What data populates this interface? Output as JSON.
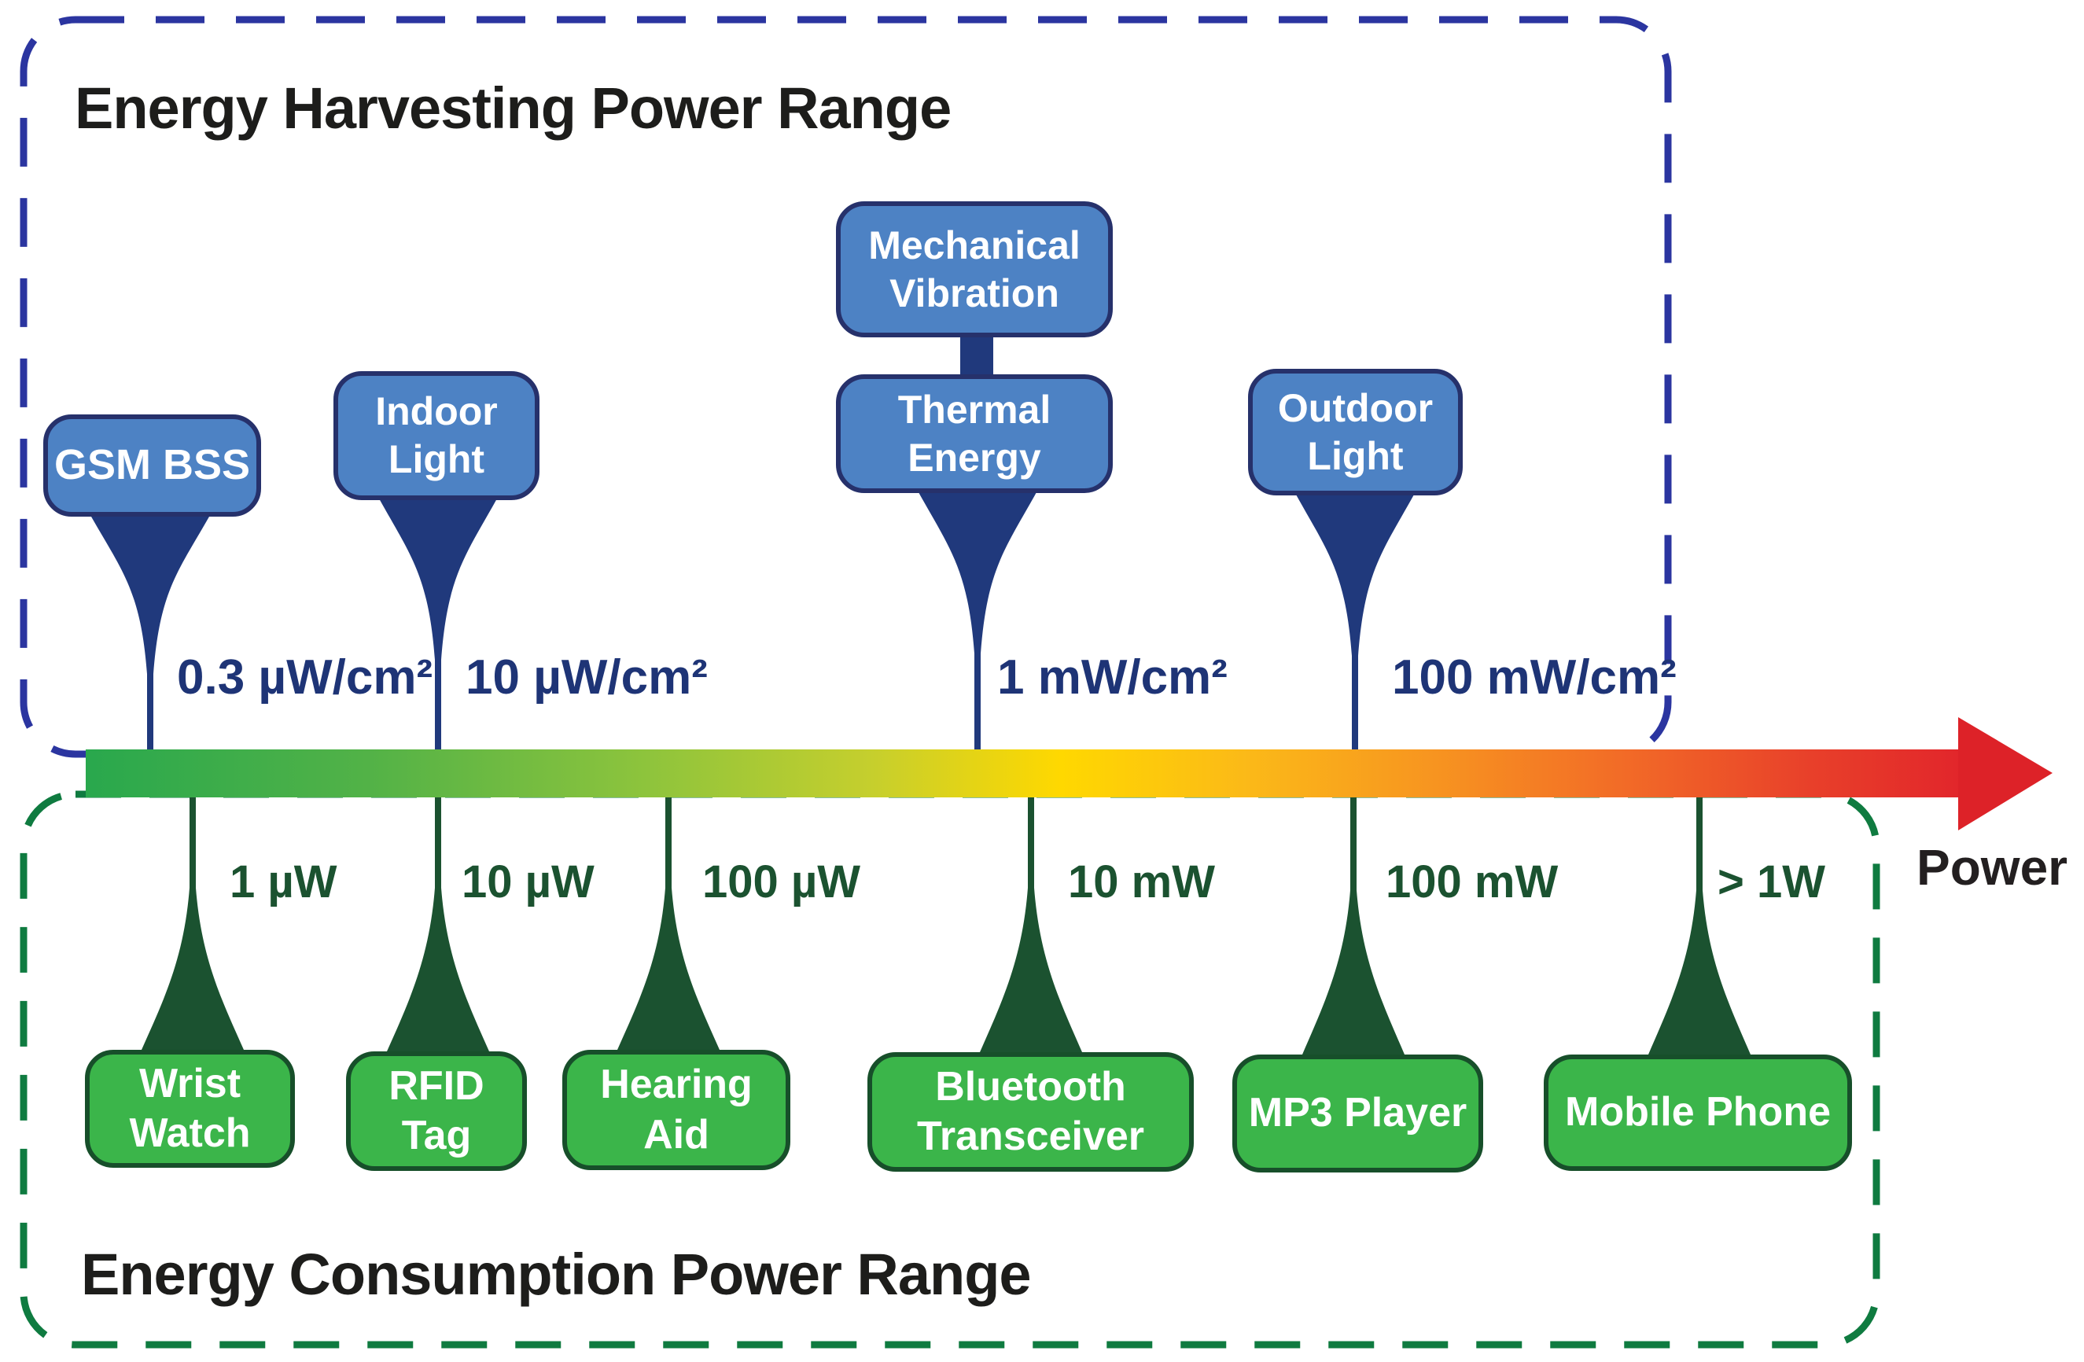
{
  "harvesting": {
    "title": "Energy Harvesting Power Range",
    "boxes": {
      "gsm": {
        "label": "GSM BSS",
        "value": "0.3 µW/cm²"
      },
      "indoor": {
        "label": "Indoor\nLight",
        "value": "10 µW/cm²"
      },
      "mechanical": {
        "label": "Mechanical\nVibration"
      },
      "thermal": {
        "label": "Thermal\nEnergy",
        "value": "1 mW/cm²"
      },
      "outdoor": {
        "label": "Outdoor\nLight",
        "value": "100 mW/cm²"
      }
    }
  },
  "consumption": {
    "title": "Energy Consumption Power Range",
    "boxes": {
      "wrist": {
        "label": "Wrist\nWatch",
        "value": "1 µW"
      },
      "rfid": {
        "label": "RFID\nTag",
        "value": "10 µW"
      },
      "hearing": {
        "label": "Hearing\nAid",
        "value": "100 µW"
      },
      "bluetooth": {
        "label": "Bluetooth\nTransceiver",
        "value": "10 mW"
      },
      "mp3": {
        "label": "MP3 Player",
        "value": "100 mW"
      },
      "mobile": {
        "label": "Mobile Phone",
        "value": "> 1W"
      }
    }
  },
  "axis": {
    "label": "Power"
  },
  "colors": {
    "harvesting_region_border": "#2b35a0",
    "harvesting_box_fill": "#4d82c4",
    "harvesting_box_border": "#26316b",
    "harvesting_pin": "#20397c",
    "harvesting_value_text": "#1e3476",
    "consumption_region_border": "#0f7b40",
    "consumption_box_fill": "#3bb54a",
    "consumption_box_border": "#174f2a",
    "consumption_pin": "#1b5230",
    "consumption_value_text": "#1b5230",
    "axis_gradient_start": "#29a84d",
    "axis_gradient_mid": "#ffd800",
    "axis_gradient_end": "#e2262b",
    "arrowhead": "#dd2228",
    "title_text": "#1d1d1b"
  }
}
